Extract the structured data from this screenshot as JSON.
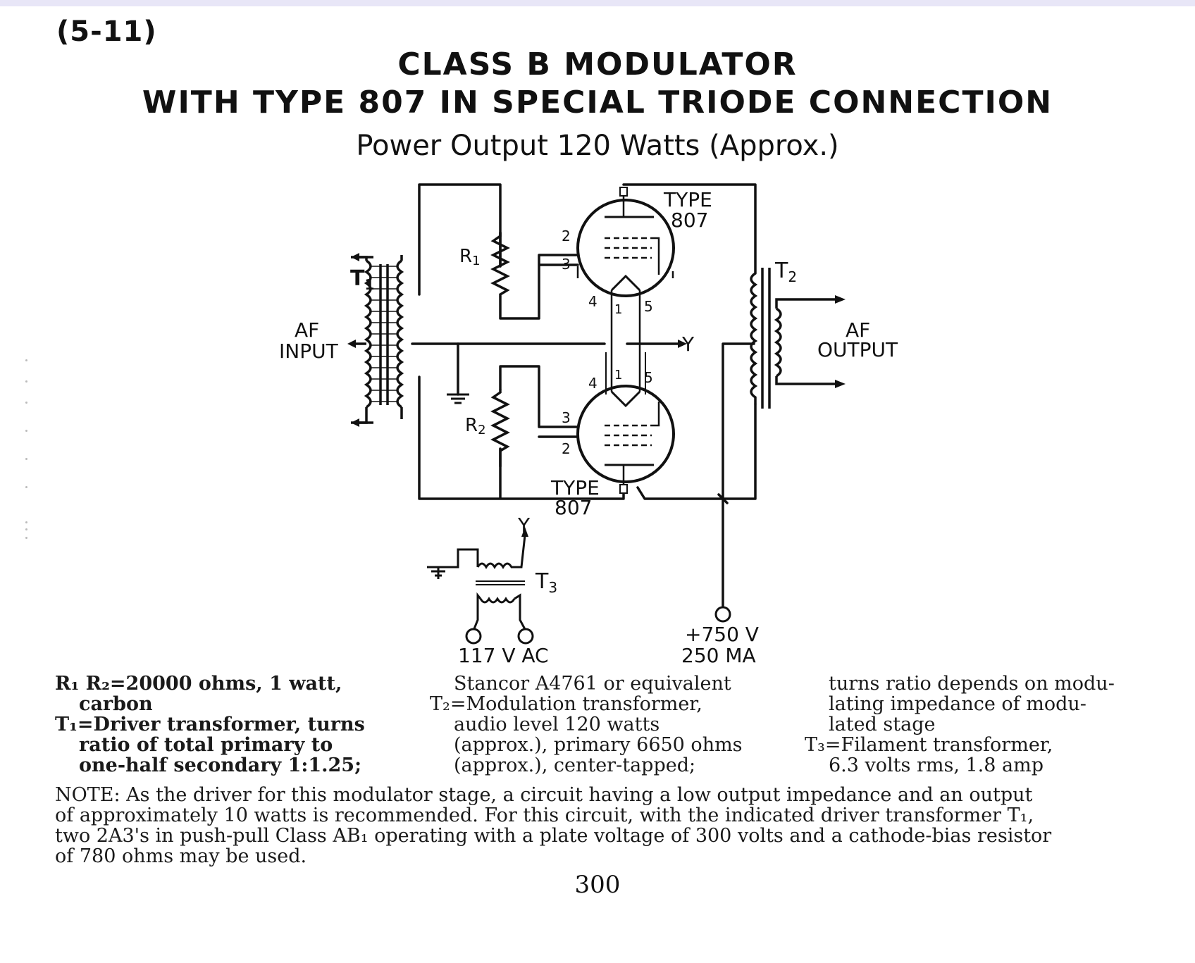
{
  "page": {
    "figure_number": "(5-11)",
    "title_line1": "CLASS B MODULATOR",
    "title_line2": "WITH TYPE 807 IN SPECIAL TRIODE CONNECTION",
    "subtitle": "Power Output 120 Watts (Approx.)",
    "page_number": "300"
  },
  "schematic": {
    "t1_label": "T",
    "t1_sub": "1",
    "t2_label": "T",
    "t2_sub": "2",
    "t3_label": "T",
    "t3_sub": "3",
    "r1_label": "R",
    "r1_sub": "1",
    "r2_label": "R",
    "r2_sub": "2",
    "tube_top_label_1": "TYPE",
    "tube_top_label_2": "807",
    "tube_bottom_label_1": "TYPE",
    "tube_bottom_label_2": "807",
    "af_input_1": "AF",
    "af_input_2": "INPUT",
    "af_output_1": "AF",
    "af_output_2": "OUTPUT",
    "y_label_top": "Y",
    "y_label_bottom": "Y",
    "ac_label": "117 V AC",
    "supply_1": "+750 V",
    "supply_2": "250 MA",
    "pin_2": "2",
    "pin_3": "3",
    "pin_4": "4",
    "pin_1": "1",
    "pin_5": "5"
  },
  "parts": {
    "col1": [
      "R₁ R₂=20000 ohms, 1 watt,",
      "carbon",
      "T₁=Driver transformer, turns",
      "ratio of total primary to",
      "one-half secondary 1:1.25;"
    ],
    "col2": [
      "Stancor A4761 or equivalent",
      "T₂=Modulation transformer,",
      "audio level 120 watts",
      "(approx.), primary 6650 ohms",
      "(approx.), center-tapped;"
    ],
    "col3": [
      "turns ratio depends on modu-",
      "lating impedance of modu-",
      "lated stage",
      "T₃=Filament transformer,",
      "6.3 volts rms, 1.8 amp"
    ]
  },
  "note": [
    "NOTE: As the driver for this modulator stage, a circuit having a low output impedance and an output",
    "of approximately 10 watts is recommended. For this circuit, with the indicated driver transformer T₁,",
    "two 2A3's in push-pull Class AB₁ operating with a plate voltage of 300 volts and a cathode-bias resistor",
    "of 780 ohms may be used."
  ]
}
